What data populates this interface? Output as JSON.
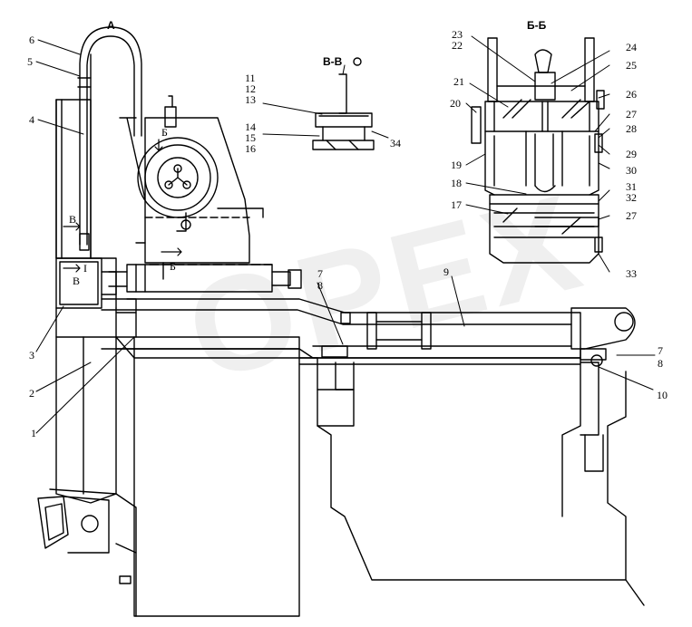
{
  "view_titles": {
    "view_a": "А",
    "section_bb": "Б-Б",
    "section_vv": "В-В"
  },
  "cut_marks": {
    "b_upper": "Б",
    "b_lower": "Б",
    "v_upper": "В",
    "v_lower": "В",
    "roman_one": "I"
  },
  "part_numbers": {
    "p1": "1",
    "p2": "2",
    "p3": "3",
    "p4": "4",
    "p5": "5",
    "p6": "6",
    "p7a": "7",
    "p8a": "8",
    "p7b": "7",
    "p8b": "8",
    "p9": "9",
    "p10": "10",
    "p11": "11",
    "p12": "12",
    "p13": "13",
    "p14": "14",
    "p15": "15",
    "p16": "16",
    "p17": "17",
    "p18": "18",
    "p19": "19",
    "p20": "20",
    "p21": "21",
    "p22": "22",
    "p23": "23",
    "p24": "24",
    "p25": "25",
    "p26": "26",
    "p27a": "27",
    "p27b": "27",
    "p28": "28",
    "p29": "29",
    "p30": "30",
    "p31": "31",
    "p32": "32",
    "p33": "33",
    "p34": "34"
  },
  "watermark": "OPEX"
}
